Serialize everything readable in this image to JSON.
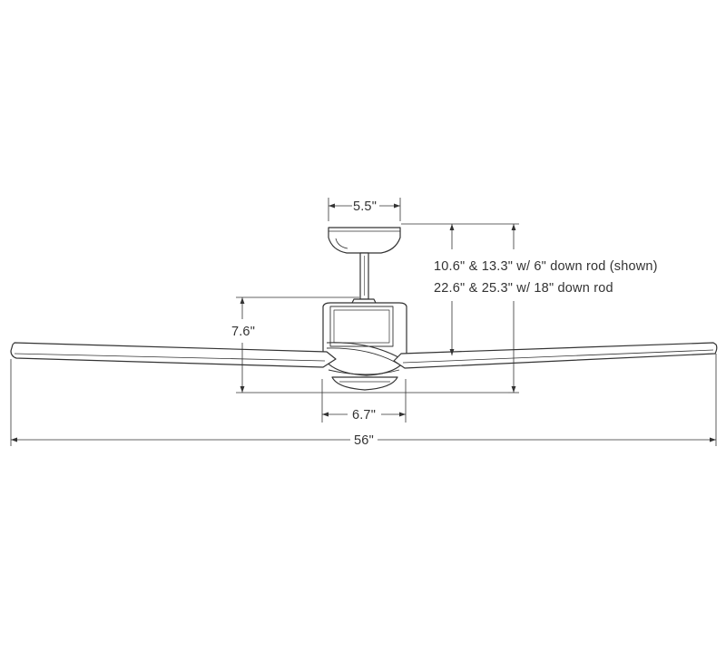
{
  "dimensions": {
    "canopy_width": "5.5\"",
    "motor_height": "7.6\"",
    "motor_width": "6.7\"",
    "overall_span": "56\"",
    "drop_short_rod": "10.6\" & 13.3\" w/ 6\" down rod (shown)",
    "drop_long_rod": "22.6\" & 25.3\" w/ 18\" down rod"
  },
  "colors": {
    "line": "#333333",
    "background": "#ffffff"
  }
}
